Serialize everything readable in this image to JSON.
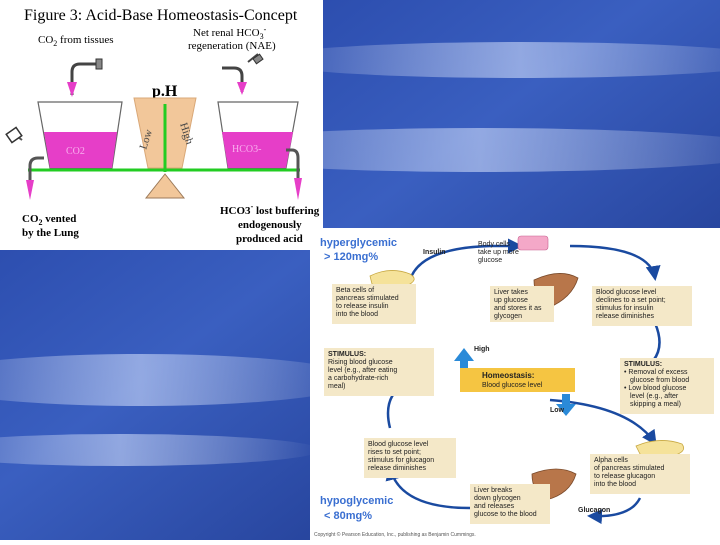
{
  "acid_base": {
    "title": "Figure 3: Acid-Base Homeostasis-Concept",
    "co2_from_tissues": "CO",
    "co2_from_tissues_sub": "2",
    "co2_from_tissues_rest": " from tissues",
    "net_renal_line1a": "Net renal HCO",
    "net_renal_line1sub": "3",
    "net_renal_line1sup": "-",
    "net_renal_line2": "regeneration (NAE)",
    "ph_label": "p.H",
    "low_label": "Low",
    "high_label": "High",
    "left_vessel_label": "CO2",
    "right_vessel_label": "HCO3-",
    "co2_vented_line1a": "CO",
    "co2_vented_line1sub": "2",
    "co2_vented_line1rest": " vented",
    "co2_vented_line2": "by the Lung",
    "hco3_lost_line1a": "HCO3",
    "hco3_lost_line1sup": "-",
    "hco3_lost_line1rest": " lost buffering",
    "hco3_lost_line2": "endogenously",
    "hco3_lost_line3": "produced acid",
    "colors": {
      "fluid": "#e63ec8",
      "beam": "#22cc22",
      "pivot": "#f2c79a"
    }
  },
  "glucose": {
    "hyper_line1": "hyperglycemic",
    "hyper_line2": "> 120mg%",
    "hypo_line1": "hypoglycemic",
    "hypo_line2": "< 80mg%",
    "insulin": "Insulin",
    "glucagon": "Glucagon",
    "body_cells": [
      "Body cells",
      "take up more",
      "glucose"
    ],
    "beta_cells": [
      "Beta cells of",
      "pancreas stimulated",
      "to release insulin",
      "into the blood"
    ],
    "liver_takes": [
      "Liver takes",
      "up glucose",
      "and stores it as",
      "glycogen"
    ],
    "declines": [
      "Blood glucose level",
      "declines to a set point;",
      "stimulus for insulin",
      "release diminishes"
    ],
    "stim_left": [
      "STIMULUS:",
      "Rising blood glucose",
      "level (e.g., after eating",
      "a carbohydrate-rich",
      "meal)"
    ],
    "stim_right": [
      "STIMULUS:",
      "• Removal of excess",
      "glucose from blood",
      "• Low blood glucose",
      "level (e.g., after",
      "skipping a meal)"
    ],
    "high": "High",
    "low": "Low",
    "homeostasis_title": "Homeostasis:",
    "homeostasis_sub": "Blood glucose level",
    "rises": [
      "Blood glucose level",
      "rises to set point;",
      "stimulus for glucagon",
      "release diminishes"
    ],
    "alpha_cells": [
      "Alpha cells",
      "of pancreas stimulated",
      "to release glucagon",
      "into the blood"
    ],
    "liver_breaks": [
      "Liver breaks",
      "down glycogen",
      "and releases",
      "glucose to the blood"
    ],
    "copyright": "Copyright © Pearson Education, Inc., publishing as Benjamin Cummings.",
    "colors": {
      "hyper": "#3a6fd1",
      "hypo": "#3a6fd1",
      "box": "#f4e8c8",
      "homeo": "#f5c542",
      "arrow": "#1a4aa0"
    }
  }
}
